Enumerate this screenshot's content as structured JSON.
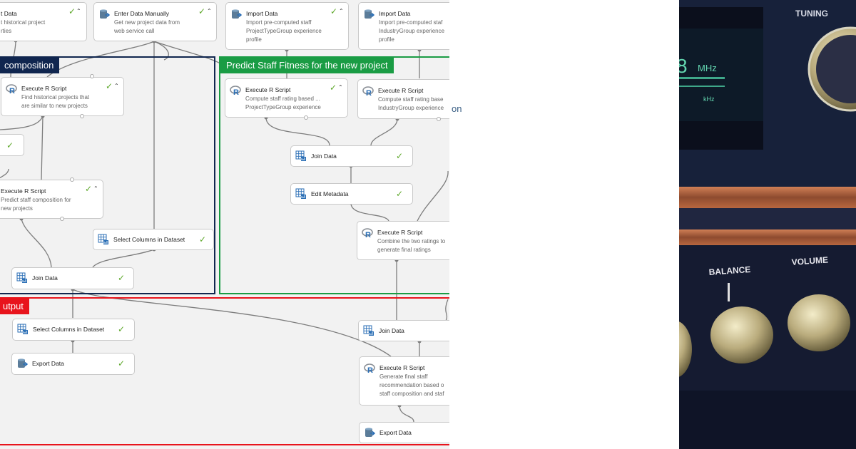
{
  "groups": {
    "composition": {
      "label": "composition",
      "color": "#10264f"
    },
    "fitness": {
      "label": "Predict Staff Fitness for the new project",
      "color": "#1a9c44"
    },
    "output": {
      "label": "utput",
      "color": "#e8141c"
    }
  },
  "nodes": {
    "import_historical": {
      "title": "t Data",
      "desc": "t historical project\nrties"
    },
    "enter_manually": {
      "title": "Enter Data Manually",
      "desc": "Get new project data from\nweb service call"
    },
    "import_ptg": {
      "title": "Import Data",
      "desc": "Import pre-computed staff\nProjectTypeGroup experience\nprofile"
    },
    "import_ig": {
      "title": "Import Data",
      "desc": "Import pre-computed staf\nIndustryGroup experience\nprofile"
    },
    "r_find_similar": {
      "title": "Execute R Script",
      "desc": "Find historical projects that\nare similar to new projects"
    },
    "r_predict_comp": {
      "title": "Execute R Script",
      "desc": "Predict staff composition for\nnew projects"
    },
    "select_cols_1": {
      "title": "Select Columns in Dataset"
    },
    "join_1": {
      "title": "Join Data"
    },
    "r_ptg_rating": {
      "title": "Execute R Script",
      "desc": "Compute staff rating based ...\nProjectTypeGroup experience"
    },
    "r_ig_rating": {
      "title": "Execute R Script",
      "desc": "Compute staff rating base\nIndustryGroup experience"
    },
    "join_2": {
      "title": "Join Data"
    },
    "edit_meta": {
      "title": "Edit Metadata"
    },
    "r_combine": {
      "title": "Execute R Script",
      "desc": "Combine the two ratings to\ngenerate final ratings"
    },
    "select_cols_2": {
      "title": "Select Columns in Dataset"
    },
    "export_1": {
      "title": "Export Data"
    },
    "join_3": {
      "title": "Join Data"
    },
    "r_final": {
      "title": "Execute R Script",
      "desc": "Generate final staff\nrecommendation based o\nstaff composition and staf"
    },
    "export_2": {
      "title": "Export Data"
    }
  },
  "stray_text": "on",
  "photo": {
    "tuning_label": "TUNING",
    "freq_number": "8",
    "freq_unit": "MHz",
    "khz_unit": "kHz",
    "balance_label": "BALANCE",
    "volume_label": "VOLUME"
  },
  "icons": {
    "r_script": "r-script-icon",
    "import": "database-import-icon",
    "grid": "grid-table-icon",
    "export": "database-export-icon",
    "check": "check-icon",
    "collapse": "collapse-caret-icon"
  }
}
